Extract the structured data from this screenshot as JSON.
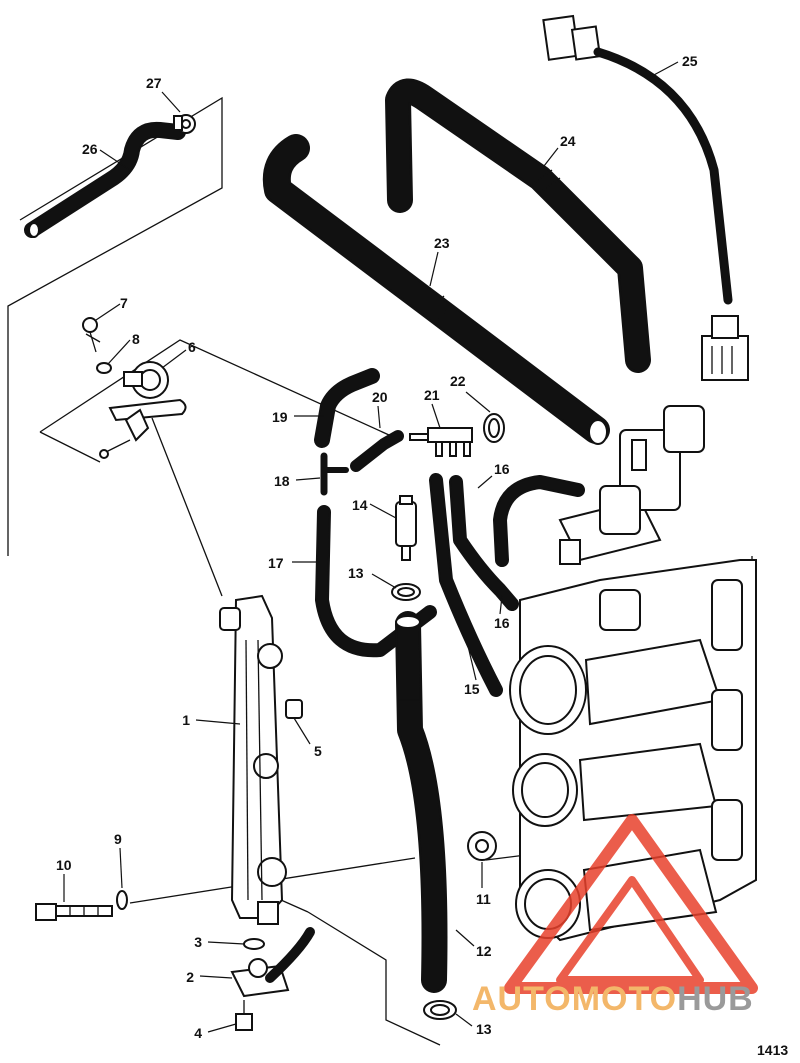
{
  "callouts": [
    "1",
    "2",
    "3",
    "4",
    "5",
    "6",
    "7",
    "8",
    "9",
    "10",
    "11",
    "12",
    "13",
    "13",
    "14",
    "15",
    "16",
    "16",
    "17",
    "18",
    "19",
    "20",
    "21",
    "22",
    "23",
    "24",
    "25",
    "26",
    "27"
  ],
  "figure_number": "1413",
  "watermark": {
    "part1": "AUTOMOTO",
    "part2": "HUB",
    "color_triangle": "#e8412c",
    "color_text1": "#f3b76a",
    "color_text2": "#9a9a9a"
  }
}
